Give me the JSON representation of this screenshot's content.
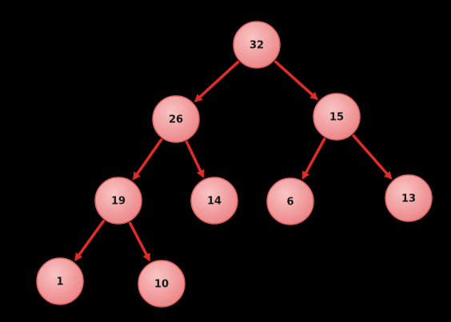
{
  "tree": {
    "colors": {
      "background": "#000000",
      "node_fill_light": "#f7b8b8",
      "node_fill_dark": "#ee8a8b",
      "edge": "#e02b26",
      "label": "#1a1a1a"
    },
    "nodes": [
      {
        "id": "n32",
        "label": "32"
      },
      {
        "id": "n26",
        "label": "26"
      },
      {
        "id": "n15",
        "label": "15"
      },
      {
        "id": "n19",
        "label": "19"
      },
      {
        "id": "n14",
        "label": "14"
      },
      {
        "id": "n6",
        "label": "6"
      },
      {
        "id": "n13",
        "label": "13"
      },
      {
        "id": "n1",
        "label": "1"
      },
      {
        "id": "n10",
        "label": "10"
      }
    ],
    "edges": [
      {
        "from": "n32",
        "to": "n26"
      },
      {
        "from": "n32",
        "to": "n15"
      },
      {
        "from": "n26",
        "to": "n19"
      },
      {
        "from": "n26",
        "to": "n14"
      },
      {
        "from": "n15",
        "to": "n6"
      },
      {
        "from": "n15",
        "to": "n13"
      },
      {
        "from": "n19",
        "to": "n1"
      },
      {
        "from": "n19",
        "to": "n10"
      }
    ]
  }
}
